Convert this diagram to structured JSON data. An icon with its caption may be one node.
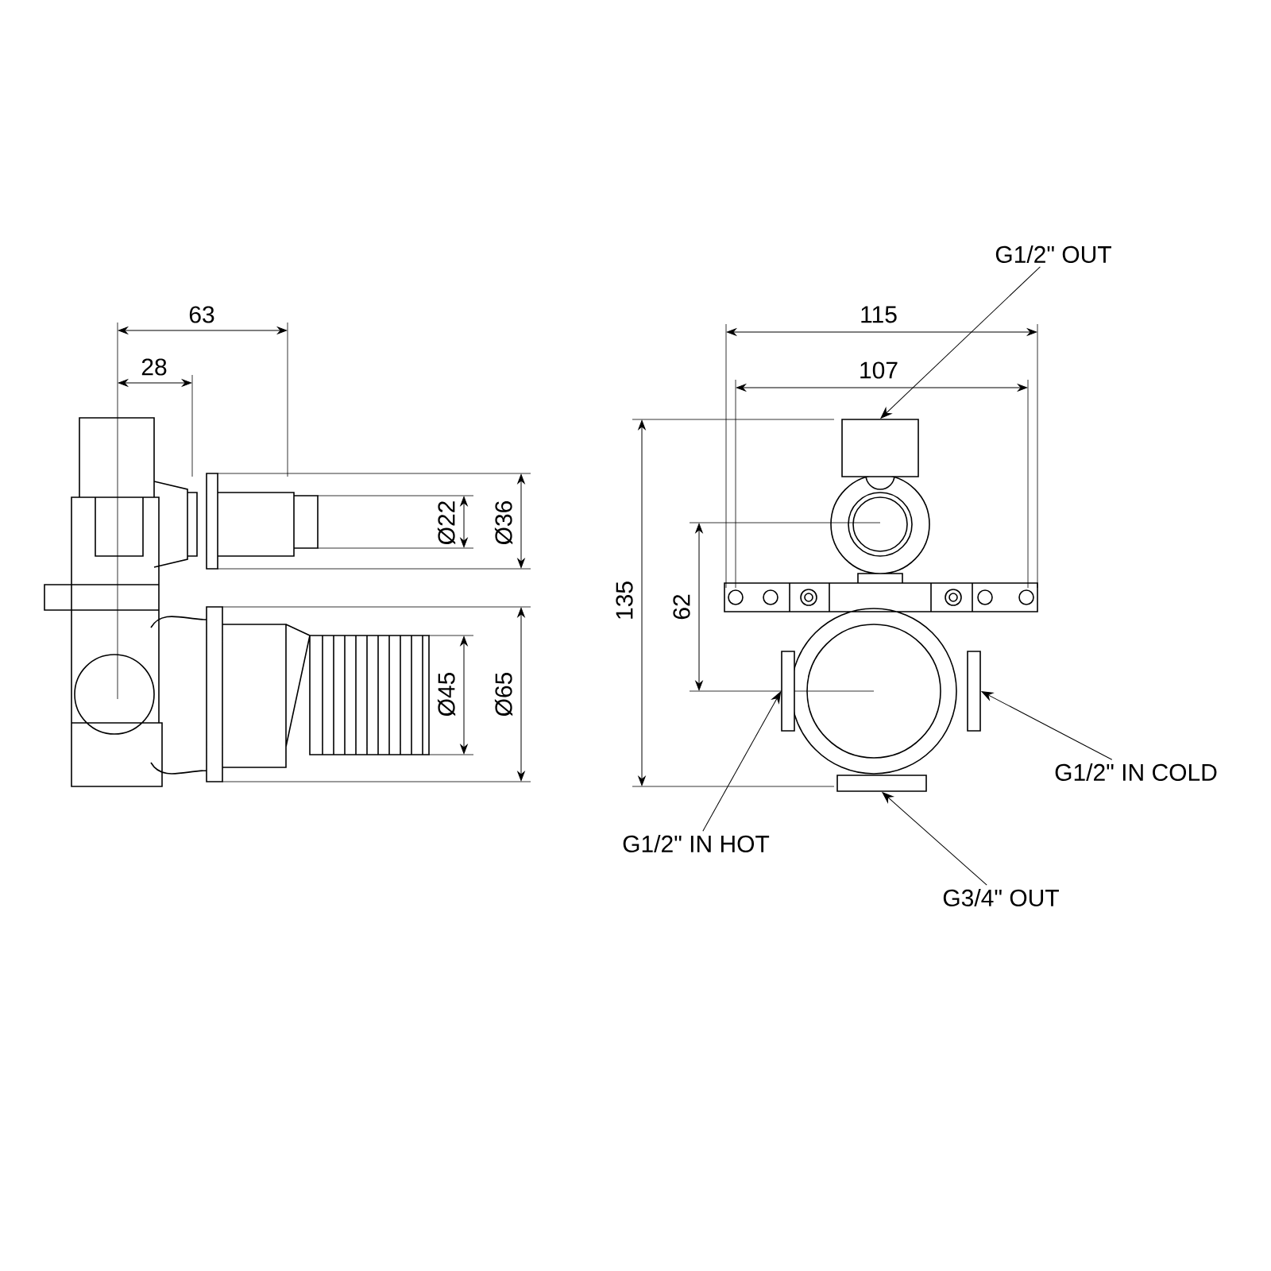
{
  "diagram": {
    "nodes": [
      {
        "text": [
          "G1/2\" OUT"
        ]
      },
      {
        "text": [],
        "shape": "box"
      },
      {
        "text": [
          "G1/2\" IN COLD"
        ]
      },
      {
        "text": [],
        "shape": "box"
      },
      {
        "text": [
          "G1/2\" IN HOT"
        ]
      },
      {
        "text": [],
        "shape": "box"
      },
      {
        "text": [
          "G3/4\" OUT"
        ]
      },
      {
        "text": [],
        "shape": "box"
      }
    ],
    "edges": [
      {
        "from": 0,
        "to": 1,
        "arrow": "to"
      },
      {
        "from": 2,
        "to": 3,
        "arrow": "to"
      },
      {
        "from": 4,
        "to": 5,
        "arrow": "to"
      },
      {
        "from": 6,
        "to": 7,
        "arrow": "to"
      }
    ],
    "labels": [
      "63",
      "28",
      "Ø22",
      "Ø36",
      "Ø45",
      "Ø65",
      "115",
      "107",
      "135",
      "62"
    ]
  }
}
